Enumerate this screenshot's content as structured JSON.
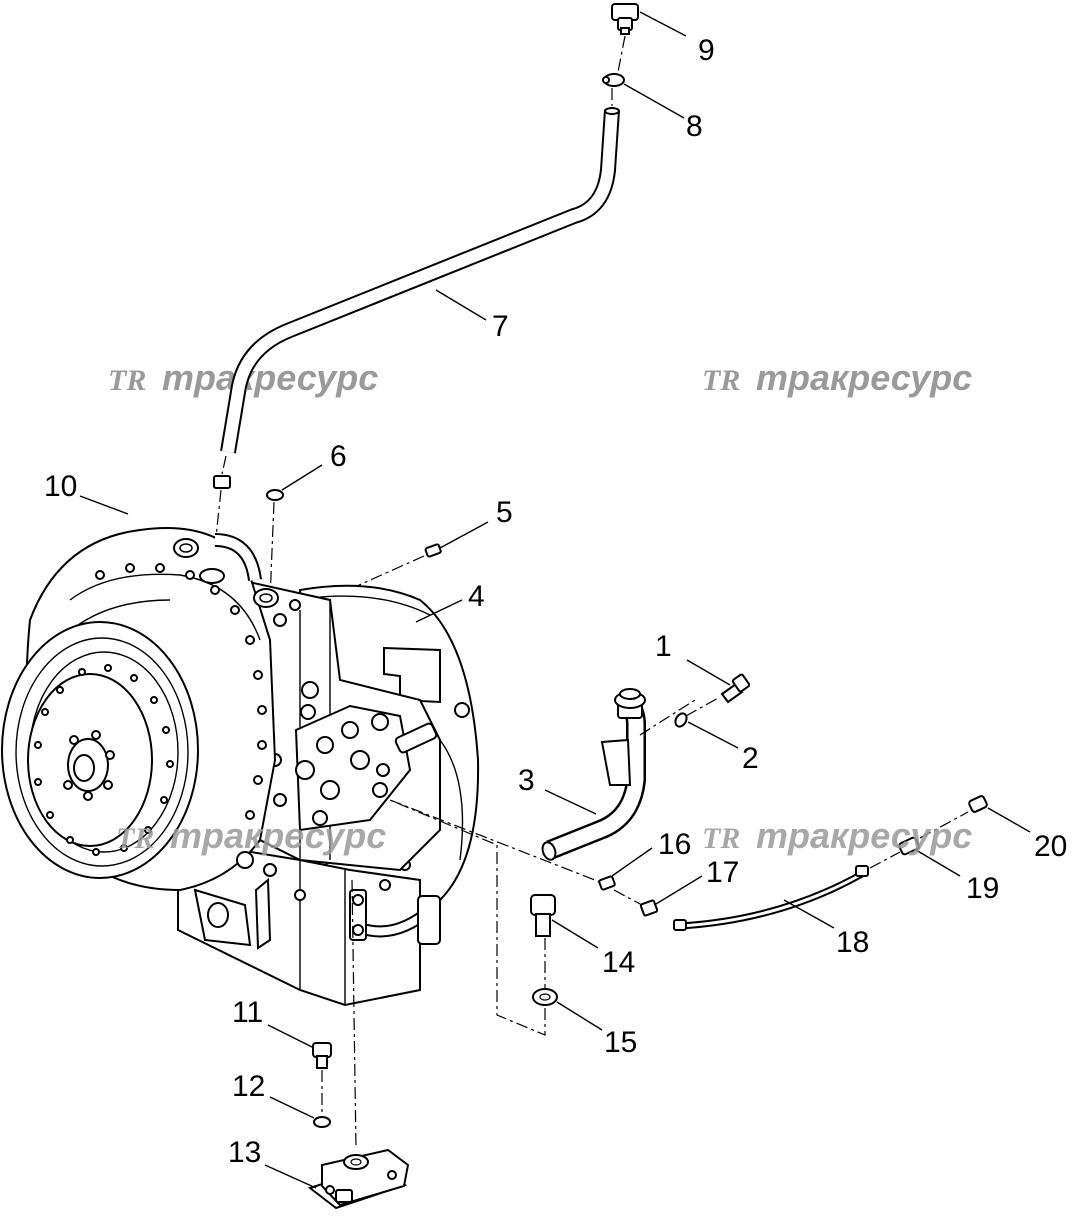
{
  "watermark": {
    "logo": "TR",
    "text": "тракресурс"
  },
  "callouts": [
    "1",
    "2",
    "3",
    "4",
    "5",
    "6",
    "7",
    "8",
    "9",
    "10",
    "11",
    "12",
    "13",
    "14",
    "15",
    "16",
    "17",
    "18",
    "19",
    "20"
  ]
}
